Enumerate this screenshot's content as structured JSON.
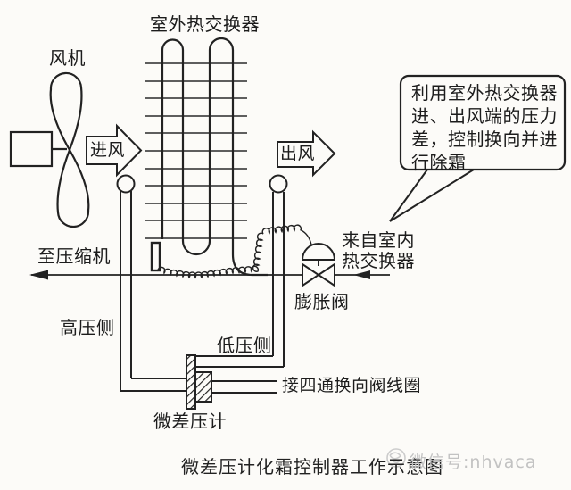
{
  "colors": {
    "background": "#fcfbf8",
    "ink": "#222222",
    "watermark_gray": "#c2c2c2"
  },
  "diagram": {
    "fan_label": "风机",
    "outdoor_hx_label": "室外热交换器",
    "air_in_label": "进风",
    "air_out_label": "出风",
    "to_compressor_label": "至压缩机",
    "from_indoor_label_line1": "来自室内",
    "from_indoor_label_line2": "热交换器",
    "expansion_valve_label": "膨胀阀",
    "high_pressure_label": "高压侧",
    "low_pressure_label": "低压侧",
    "four_way_valve_coil_label": "接四通换向阀线圈",
    "gauge_label": "微差压计",
    "callout_lines": [
      "利用室外热交换器",
      "进、出风端的压力",
      "差，控制换向并进",
      "行除霜"
    ]
  },
  "caption": "微差压计化霜控制器工作示意图",
  "watermark_text": "微信号:nhvaca"
}
